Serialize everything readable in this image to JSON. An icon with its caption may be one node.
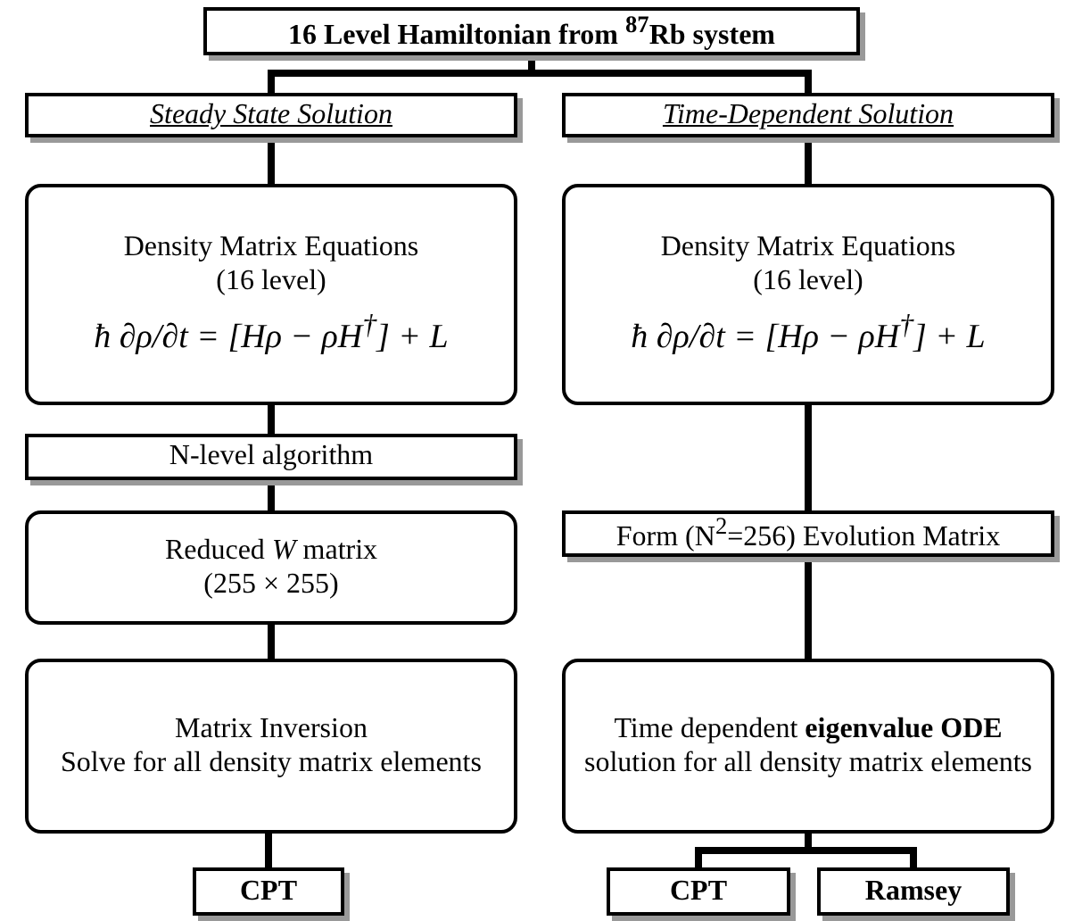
{
  "diagram": {
    "nodes": [
      {
        "text": [
          "16 Level Hamiltonian from $^{87}$Rb system"
        ]
      },
      {
        "text": [
          "Steady State Solution"
        ]
      },
      {
        "text": [
          "Time-Dependent Solution"
        ]
      },
      {
        "text": [
          "Density Matrix Equations",
          "(16 level)",
          "ħ ∂ρ/∂t = [Hρ − ρH$^{†}$] + *L*"
        ]
      },
      {
        "text": [
          "Density Matrix Equations",
          "(16 level)",
          "ħ ∂ρ/∂t = [Hρ − ρH$^{†}$] + *L*"
        ]
      },
      {
        "text": [
          "N-level algorithm"
        ]
      },
      {
        "text": [
          "Reduced *W* matrix",
          "(255 × 255)"
        ]
      },
      {
        "text": [
          "Form (N$^{2}$=256) Evolution Matrix"
        ]
      },
      {
        "text": [
          "Matrix Inversion",
          "Solve for all density matrix elements"
        ]
      },
      {
        "text": [
          "Time dependent **eigenvalue ODE** solution for all density matrix elements"
        ]
      },
      {
        "text": [
          "CPT"
        ]
      },
      {
        "text": [
          "CPT"
        ]
      },
      {
        "text": [
          "Ramsey"
        ]
      }
    ],
    "edges": [
      {
        "from": 0,
        "to": 1,
        "arrow": "none"
      },
      {
        "from": 0,
        "to": 2,
        "arrow": "none"
      },
      {
        "from": 1,
        "to": 3,
        "arrow": "none"
      },
      {
        "from": 2,
        "to": 4,
        "arrow": "none"
      },
      {
        "from": 3,
        "to": 5,
        "arrow": "none"
      },
      {
        "from": 5,
        "to": 6,
        "arrow": "none"
      },
      {
        "from": 6,
        "to": 8,
        "arrow": "none"
      },
      {
        "from": 8,
        "to": 10,
        "arrow": "none"
      },
      {
        "from": 4,
        "to": 7,
        "arrow": "none"
      },
      {
        "from": 7,
        "to": 9,
        "arrow": "none"
      },
      {
        "from": 9,
        "to": 11,
        "arrow": "none"
      },
      {
        "from": 9,
        "to": 12,
        "arrow": "none"
      }
    ]
  }
}
